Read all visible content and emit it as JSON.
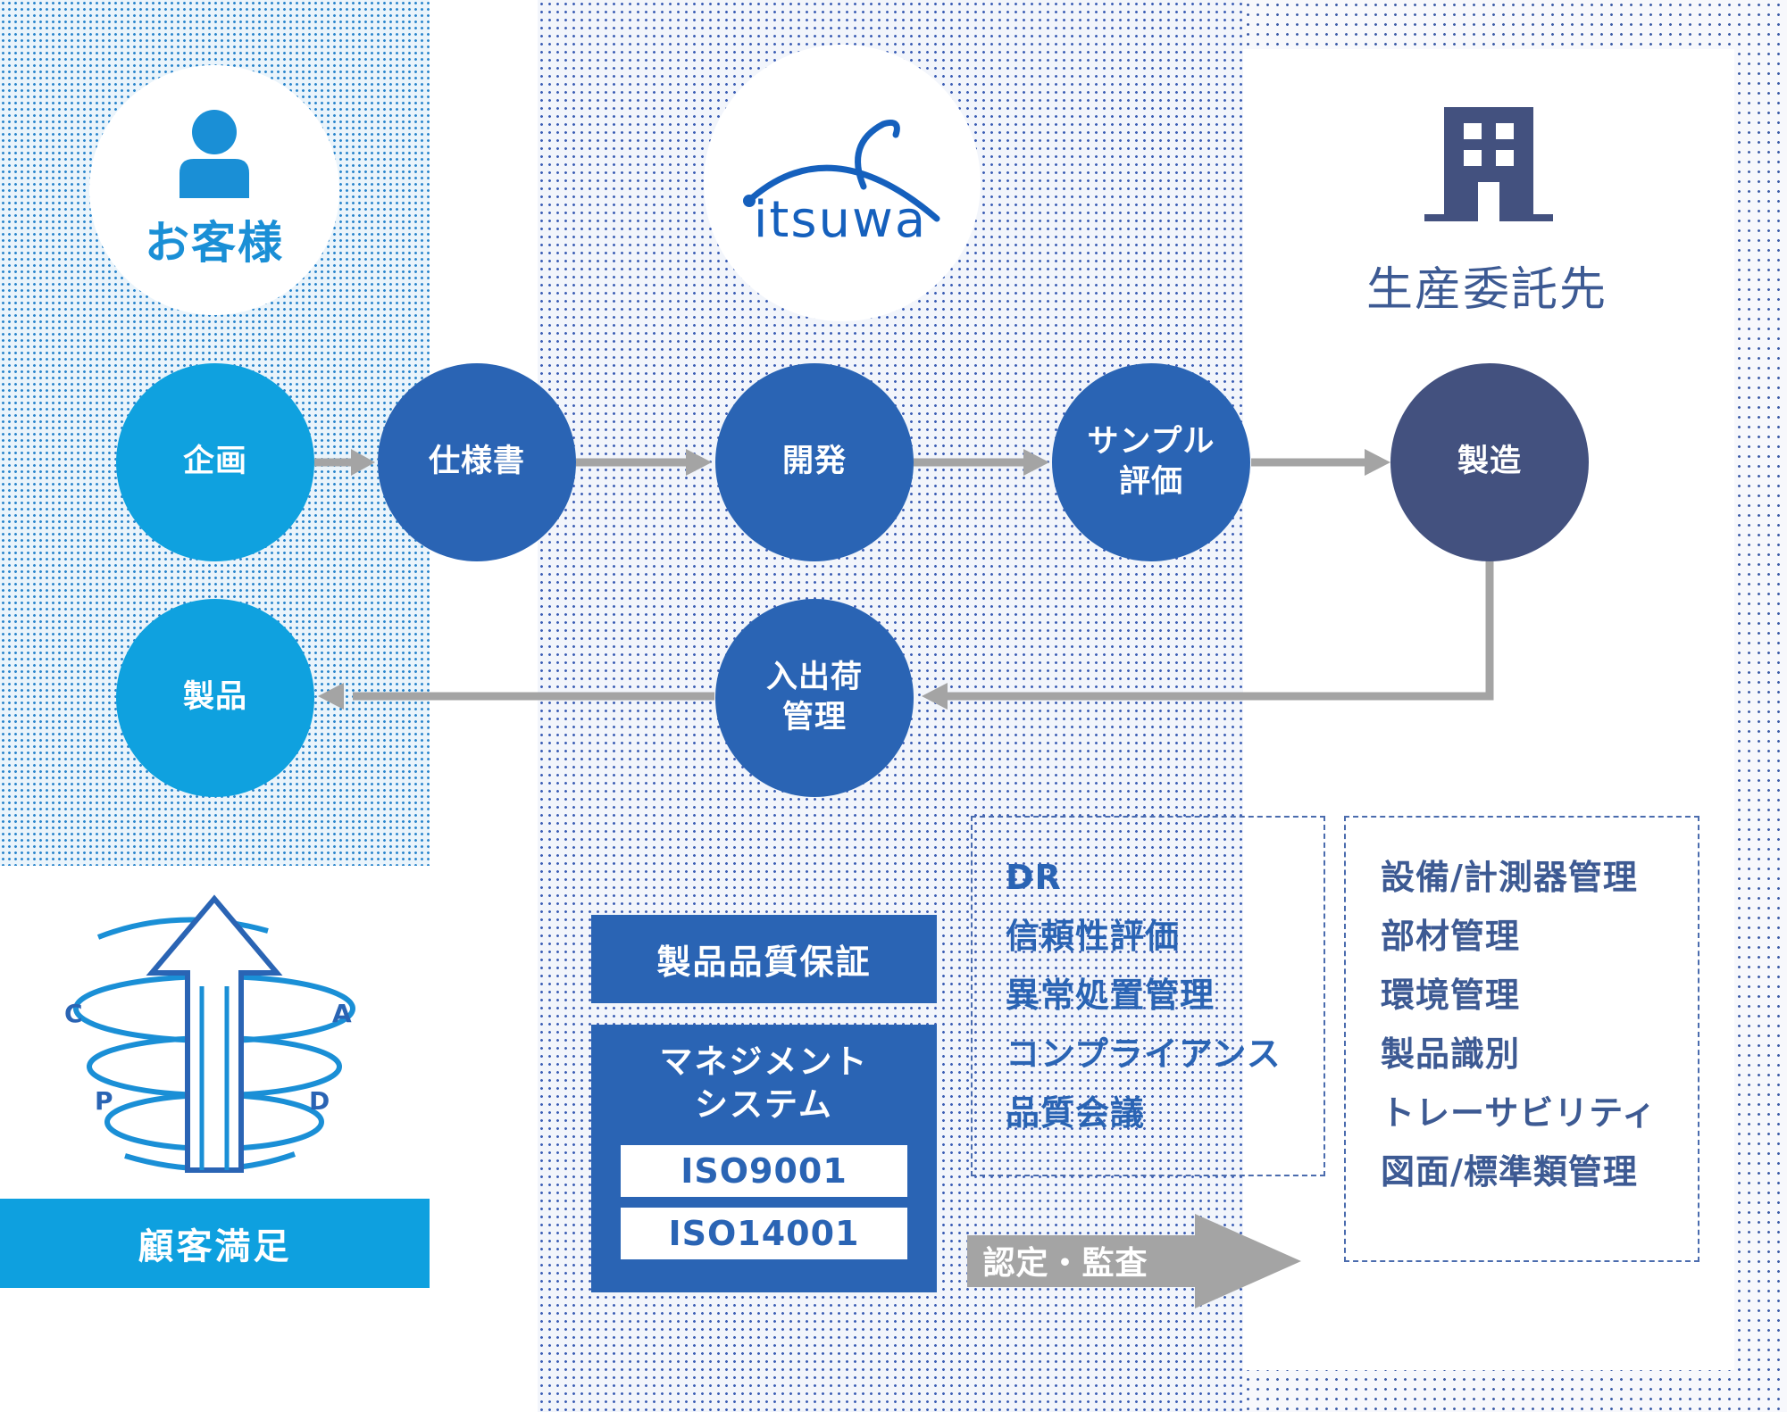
{
  "customer": {
    "label": "お客様",
    "icon": "person-icon"
  },
  "company": {
    "logo_text": "itsuwa"
  },
  "factory": {
    "label": "生産委託先",
    "icon": "building-icon"
  },
  "nodes": {
    "planning": "企画",
    "spec": "仕様書",
    "development": "開発",
    "sample_eval": "サンプル\n評価",
    "manufacturing": "製造",
    "shipping": "入出荷\n管理",
    "product": "製品"
  },
  "pdca": {
    "letters": [
      "C",
      "A",
      "P",
      "D"
    ],
    "label": "顧客満足"
  },
  "quality": {
    "assurance": "製品品質保証",
    "management_system": "マネジメント\nシステム",
    "iso": [
      "ISO9001",
      "ISO14001"
    ]
  },
  "itsuwa_items": [
    "DR",
    "信頼性評価",
    "異常処置管理",
    "コンプライアンス",
    "品質会議"
  ],
  "factory_items": [
    "設備/計測器管理",
    "部材管理",
    "環境管理",
    "製品識別",
    "トレーサビリティ",
    "図面/標準類管理"
  ],
  "audit": "認定・監査",
  "colors": {
    "customer_blue": "#0fa1df",
    "itsuwa_blue": "#2a64b4",
    "factory_navy": "#43517f",
    "arrow_gray": "#a4a4a4"
  }
}
